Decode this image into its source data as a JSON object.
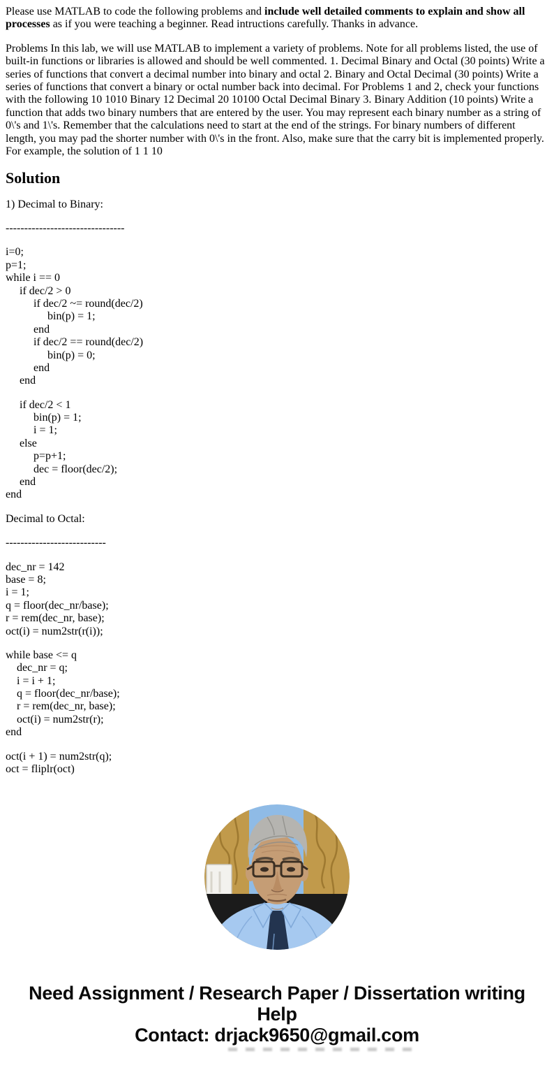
{
  "intro": {
    "text_before": "Please use MATLAB to code the following problems and ",
    "text_bold": "include well detailed comments to explain and show all processes",
    "text_after": " as if you were teaching a beginner. Read intructions carefully. Thanks in advance."
  },
  "problems": {
    "text": "Problems In this lab, we will use MATLAB to implement a variety of problems. Note for all problems listed, the use of built-in functions or libraries is allowed and should be well commented. 1. Decimal Binary and Octal (30 points) Write a series of functions that convert a decimal number into binary and octal 2. Binary and Octal Decimal (30 points) Write a series of functions that convert a binary or octal number back into decimal. For Problems 1 and 2, check your functions with the following 10 1010 Binary 12 Decimal 20 10100 Octal Decimal Binary 3. Binary Addition (10 points) Write a function that adds two binary numbers that are entered by the user. You may represent each binary number as a string of 0\\'s and 1\\'s. Remember that the calculations need to start at the end of the strings. For binary numbers of different length, you may pad the shorter number with 0\\'s in the front. Also, make sure that the carry bit is implemented properly. For example, the solution of 1 1 10"
  },
  "solution": {
    "heading": "Solution",
    "part1_label": "1) Decimal to Binary:",
    "divider1": "--------------------------------",
    "code_dec2bin_1": [
      "i=0;",
      "p=1;",
      "while i == 0",
      "     if dec/2 > 0",
      "          if dec/2 ~= round(dec/2)",
      "               bin(p) = 1;",
      "          end",
      "          if dec/2 == round(dec/2)",
      "               bin(p) = 0;",
      "          end",
      "     end"
    ],
    "code_dec2bin_2": [
      "     if dec/2 < 1",
      "          bin(p) = 1;",
      "          i = 1;",
      "     else",
      "          p=p+1;",
      "          dec = floor(dec/2);",
      "     end",
      "end"
    ],
    "part2_label": "Decimal to Octal:",
    "divider2": "---------------------------",
    "code_dec2oct_1": [
      "dec_nr = 142",
      "base = 8;",
      "i = 1;",
      "q = floor(dec_nr/base);",
      "r = rem(dec_nr, base);",
      "oct(i) = num2str(r(i));"
    ],
    "code_dec2oct_2": [
      "while base <= q",
      "    dec_nr = q;",
      "    i = i + 1;",
      "    q = floor(dec_nr/base);",
      "    r = rem(dec_nr, base);",
      "    oct(i) = num2str(r);",
      "end"
    ],
    "code_dec2oct_3": [
      "oct(i + 1) = num2str(q);",
      "oct = fliplr(oct)"
    ]
  },
  "avatar": {
    "colors": {
      "sky": "#8fbbe6",
      "panel": "#c19a4b",
      "panel_swirl": "#8f6b26",
      "switch_panel": "#f3f2ee",
      "dark_band": "#1b1b1b",
      "skin": "#c59d75",
      "skin_shadow": "#a97f5d",
      "hair": "#b5b4b0",
      "shirt": "#a6c9f0",
      "shirt_line": "#7fa8d8",
      "tie": "#23344f",
      "frame": "#3b2f23"
    }
  },
  "footer": {
    "headline": "Need Assignment / Research Paper / Dissertation writing Help",
    "contact": "Contact: drjack9650@gmail.com"
  }
}
